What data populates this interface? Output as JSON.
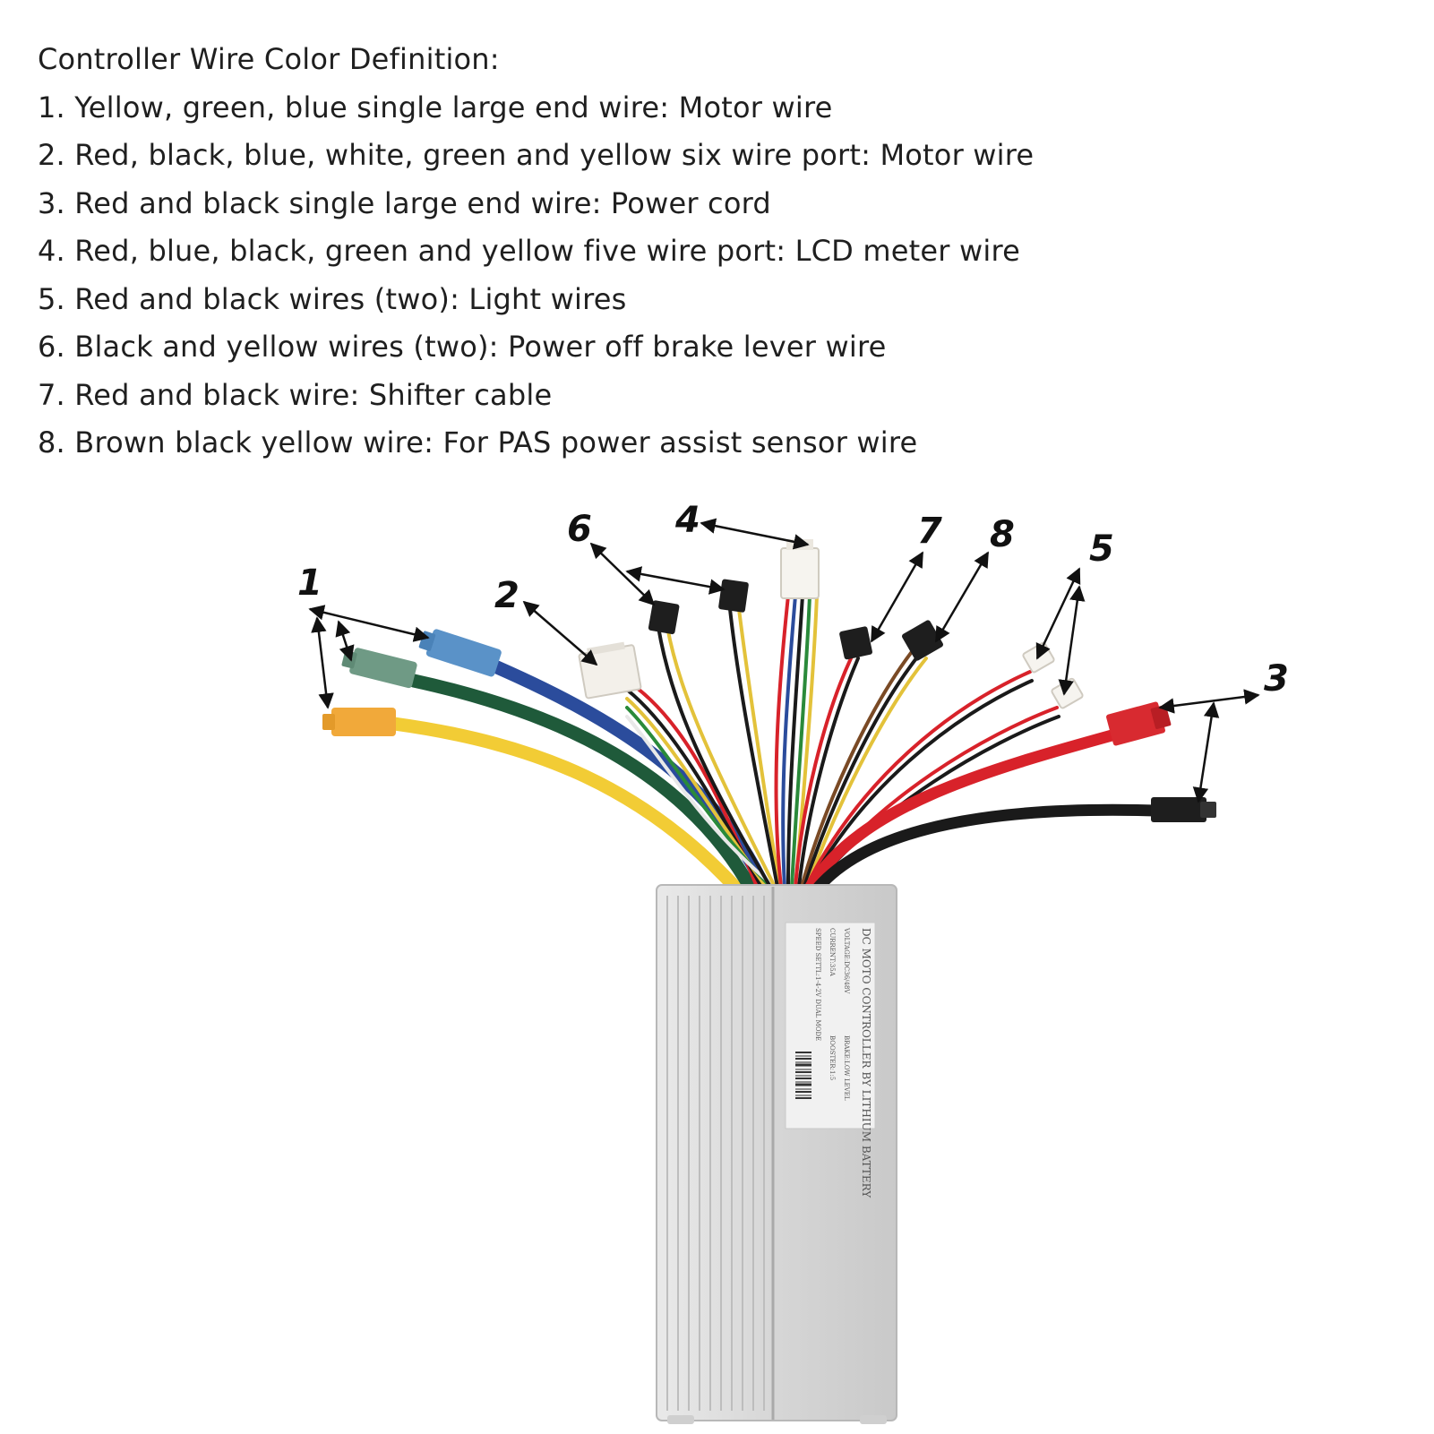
{
  "legend": {
    "heading": "Controller Wire Color Definition:",
    "items": [
      "1. Yellow, green, blue single large end wire: Motor wire",
      "2. Red, black, blue, white, green and yellow six wire port: Motor wire",
      "3. Red and black single large end wire: Power cord",
      "4. Red, blue, black, green and yellow five wire port: LCD meter wire",
      "5. Red and black wires (two): Light wires",
      "6. Black and yellow wires (two): Power off brake lever wire",
      "7. Red and black wire: Shifter cable",
      "8. Brown black yellow wire: For PAS power assist sensor wire"
    ]
  },
  "callouts": [
    "1",
    "2",
    "3",
    "4",
    "5",
    "6",
    "7",
    "8"
  ],
  "label": {
    "line1": "DC MOTO CONTROLLER BY LITHIUM BATTERY",
    "line2": "VOLTAGE:DC36/48V",
    "line3": "BRAKE:LOW LEVEL",
    "line4": "CURRENT:35A",
    "line5": "BOOSTER:1:5",
    "line6": "SPEED SETTL:1-4-2V DUAL MODE"
  },
  "colors": {
    "yellow": "#f2cc35",
    "green": "#1f5a3a",
    "blue": "#2b4c9c",
    "red": "#d8222a",
    "black": "#1a1a1a",
    "white": "#f3f0ea",
    "aluminium": "#dcdcdc"
  }
}
